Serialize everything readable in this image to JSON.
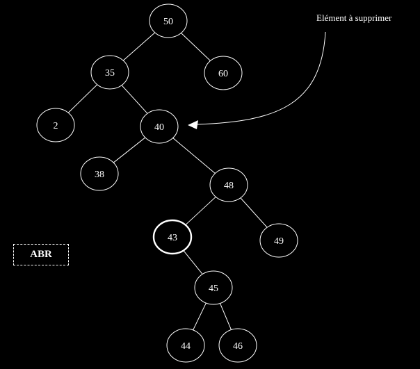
{
  "diagram": {
    "nodes": [
      {
        "id": "n50",
        "label": "50"
      },
      {
        "id": "n35",
        "label": "35"
      },
      {
        "id": "n60",
        "label": "60"
      },
      {
        "id": "n2",
        "label": "2"
      },
      {
        "id": "n40",
        "label": "40"
      },
      {
        "id": "n38",
        "label": "38"
      },
      {
        "id": "n48",
        "label": "48"
      },
      {
        "id": "n43",
        "label": "43",
        "highlighted": true
      },
      {
        "id": "n49",
        "label": "49"
      },
      {
        "id": "n45",
        "label": "45"
      },
      {
        "id": "n44",
        "label": "44"
      },
      {
        "id": "n46",
        "label": "46"
      }
    ],
    "edges": [
      [
        "n50",
        "n35"
      ],
      [
        "n50",
        "n60"
      ],
      [
        "n35",
        "n2"
      ],
      [
        "n35",
        "n40"
      ],
      [
        "n40",
        "n38"
      ],
      [
        "n40",
        "n48"
      ],
      [
        "n48",
        "n43"
      ],
      [
        "n48",
        "n49"
      ],
      [
        "n43",
        "n45"
      ],
      [
        "n45",
        "n44"
      ],
      [
        "n45",
        "n46"
      ]
    ],
    "annotation": {
      "text": "Elément à supprimer",
      "points_to": "n40"
    },
    "legend_box": {
      "text": "ABR"
    }
  },
  "colors": {
    "background": "#000000",
    "foreground": "#ffffff"
  }
}
